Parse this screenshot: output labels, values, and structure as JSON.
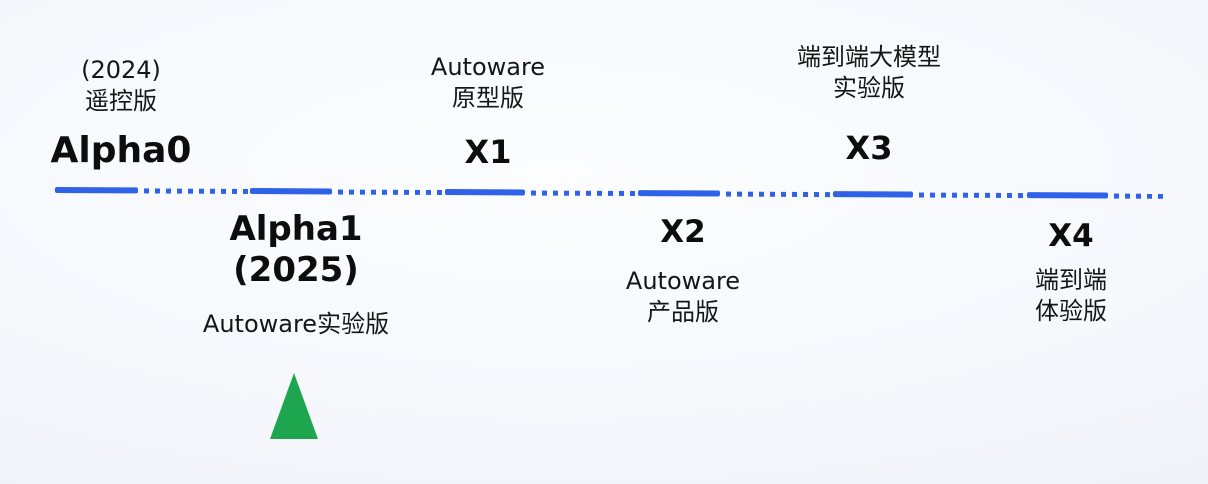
{
  "colors": {
    "line_blue": "#2f62e8",
    "marker_green": "#1ea64e",
    "text": "#0d0d0d",
    "background_edge": "#e8ebf7",
    "background_center": "#fcfdff"
  },
  "timeline": {
    "color": "#2f62e8",
    "style": "alternating solid and dotted segments",
    "segments": [
      {
        "type": "solid",
        "width": 83
      },
      {
        "type": "dotted",
        "width": 112
      },
      {
        "type": "solid",
        "width": 82
      },
      {
        "type": "dotted",
        "width": 113
      },
      {
        "type": "solid",
        "width": 80
      },
      {
        "type": "dotted",
        "width": 113
      },
      {
        "type": "solid",
        "width": 82
      },
      {
        "type": "dotted",
        "width": 113
      },
      {
        "type": "solid",
        "width": 80
      },
      {
        "type": "dotted",
        "width": 114
      },
      {
        "type": "solid",
        "width": 81
      },
      {
        "type": "dotted",
        "width": 55
      }
    ]
  },
  "milestones": {
    "alpha0": {
      "note_line1": "(2024)",
      "note_line2": "遥控版",
      "label": "Alpha0"
    },
    "x1": {
      "note_line1": "Autoware",
      "note_line2": "原型版",
      "label": "X1"
    },
    "x3": {
      "note_line1": "端到端大模型",
      "note_line2": "实验版",
      "label": "X3"
    },
    "alpha1": {
      "label_line1": "Alpha1",
      "label_line2": "(2025)",
      "note": "Autoware实验版"
    },
    "x2": {
      "label": "X2",
      "note_line1": "Autoware",
      "note_line2": "产品版"
    },
    "x4": {
      "label": "X4",
      "note_line1": "端到端",
      "note_line2": "体验版"
    }
  },
  "marker": {
    "shape": "triangle-up",
    "color": "#1ea64e"
  }
}
